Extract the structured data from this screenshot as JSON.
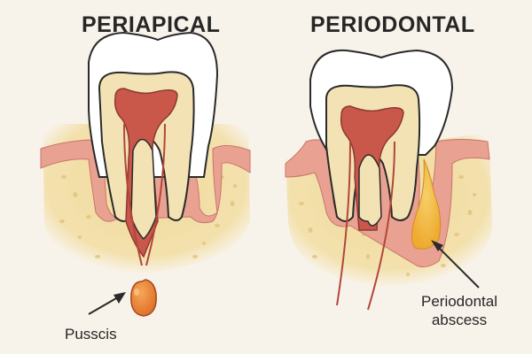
{
  "panels": [
    {
      "title": "PERIAPICAL",
      "label": "Pusscis"
    },
    {
      "title": "PERIODONTAL",
      "label_line1": "Periodontal",
      "label_line2": "abscess"
    }
  ],
  "colors": {
    "background": "#f8f3ea",
    "enamel": "#ffffff",
    "dentin": "#f3e3b4",
    "pulp": "#c9574a",
    "gum": "#e59a8a",
    "bone": "#f0dba0",
    "pus": "#e8832e",
    "abscess": "#f2b63c",
    "outline": "#2a2a2a"
  }
}
